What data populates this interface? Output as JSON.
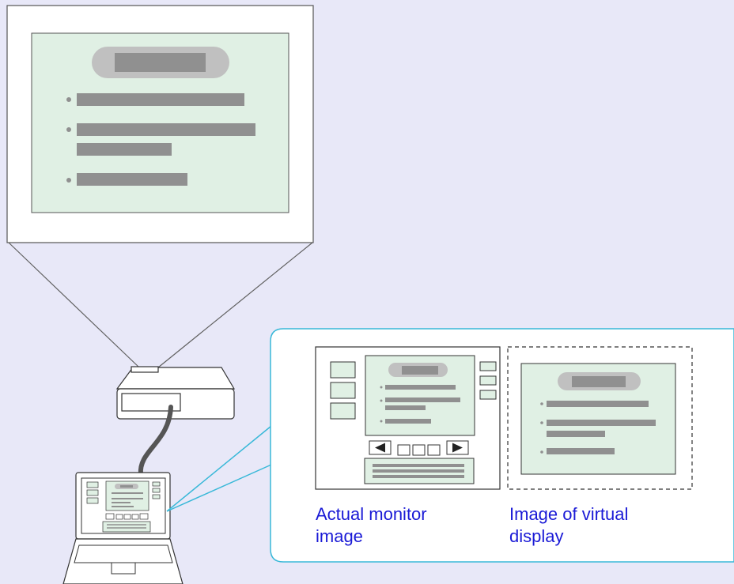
{
  "captions": {
    "actual_monitor": [
      "Actual monitor",
      "image"
    ],
    "virtual_display": [
      "Image of virtual",
      "display"
    ]
  },
  "colors": {
    "page_background": "#e8e8f8",
    "slide_background": "#e0f0e4",
    "bar_gray": "#909090",
    "title_pill": "#c0c0c0",
    "callout_border": "#38b8d8",
    "caption_text": "#1a1ad6"
  },
  "icons": {
    "left_arrow": "left-arrow-icon",
    "right_arrow": "right-arrow-icon"
  }
}
